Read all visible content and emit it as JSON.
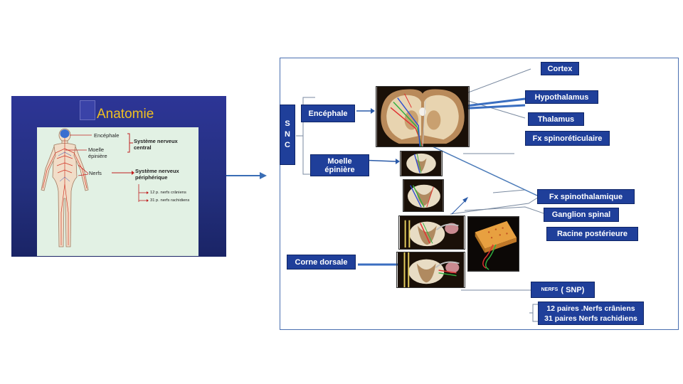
{
  "left_slide": {
    "title": "Anatomie",
    "labels": {
      "encephale": "Encéphale",
      "moelle": "Moelle",
      "epiniere": "épinière",
      "nerfs": "Nerfs",
      "snc_line1": "Système nerveux",
      "snc_line2": "central",
      "snp_line1": "Système nerveux",
      "snp_line2": "périphérique",
      "cranial": "12 p. nerfs crâniens",
      "spinal": "31 p. nerfs rachidiens"
    }
  },
  "diagram": {
    "snc_letters": [
      "S",
      "N",
      "C"
    ],
    "labels": {
      "encephale": "Encéphale",
      "moelle_line1": "Moelle",
      "moelle_line2": "épinière",
      "cortex": "Cortex",
      "hypothalamus": "Hypothalamus",
      "thalamus": "Thalamus",
      "fx_spinoreticulaire": "Fx spinoréticulaire",
      "fx_spinothalamique": "Fx spinothalamique",
      "ganglion_spinal": "Ganglion spinal",
      "racine_posterieure": "Racine postérieure",
      "corne_dorsale": "Corne dorsale",
      "nerfs_prefix": "NERFS",
      "nerfs_suffix": "( SNP)",
      "paires_line1": "12 paires .Nerfs crâniens",
      "paires_line2": "31 paires Nerfs rachidiens"
    }
  },
  "colors": {
    "slide_bg": "#2a3290",
    "slide_title": "#f0c020",
    "panel_bg": "#e2f1e4",
    "label_bg": "#1f3f9a",
    "arrow": "#3a6db5"
  }
}
